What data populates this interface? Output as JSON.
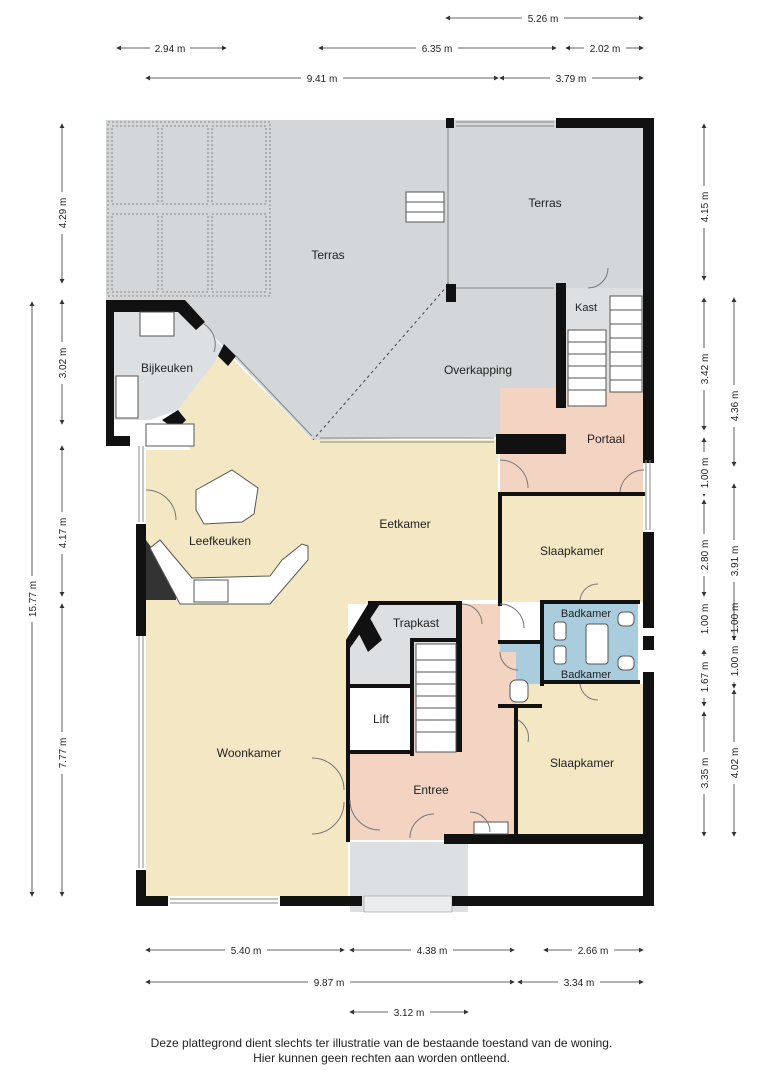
{
  "rooms": {
    "terras_large": "Terras",
    "terras_small": "Terras",
    "overkapping": "Overkapping",
    "kast": "Kast",
    "bijkeuken": "Bijkeuken",
    "portaal": "Portaal",
    "eetkamer": "Eetkamer",
    "leefkeuken": "Leefkeuken",
    "slaapkamer_top": "Slaapkamer",
    "badkamer_top": "Badkamer",
    "badkamer_bottom": "Badkamer",
    "trapkast": "Trapkast",
    "lift": "Lift",
    "woonkamer": "Woonkamer",
    "entree": "Entree",
    "slaapkamer_bottom": "Slaapkamer"
  },
  "dimensions": {
    "top": [
      "5.26 m",
      "2.94 m",
      "6.35 m",
      "2.02 m",
      "9.41 m",
      "3.79 m"
    ],
    "left": [
      "4.29 m",
      "3.02 m",
      "4.17 m",
      "7.77 m",
      "15.77 m"
    ],
    "right": [
      "4.15 m",
      "3.42 m",
      "4.36 m",
      "1.00 m",
      "2.80 m",
      "3.91 m",
      "1.00 m",
      "1.00 m",
      "1.67 m",
      "1.00 m",
      "3.35 m",
      "4.02 m"
    ],
    "bottom": [
      "5.40 m",
      "4.38 m",
      "2.66 m",
      "9.87 m",
      "3.34 m",
      "3.12 m"
    ]
  },
  "disclaimer": {
    "line1": "Deze plattegrond dient slechts ter illustratie van de bestaande toestand van de woning.",
    "line2": "Hier kunnen geen rechten aan worden ontleend."
  },
  "colors": {
    "terrace": "#d3d7d9",
    "living": "#f4e7c3",
    "entry": "#f3d3c2",
    "bath": "#a9cddd",
    "storage": "#dde0e2",
    "wall": "#111111"
  }
}
